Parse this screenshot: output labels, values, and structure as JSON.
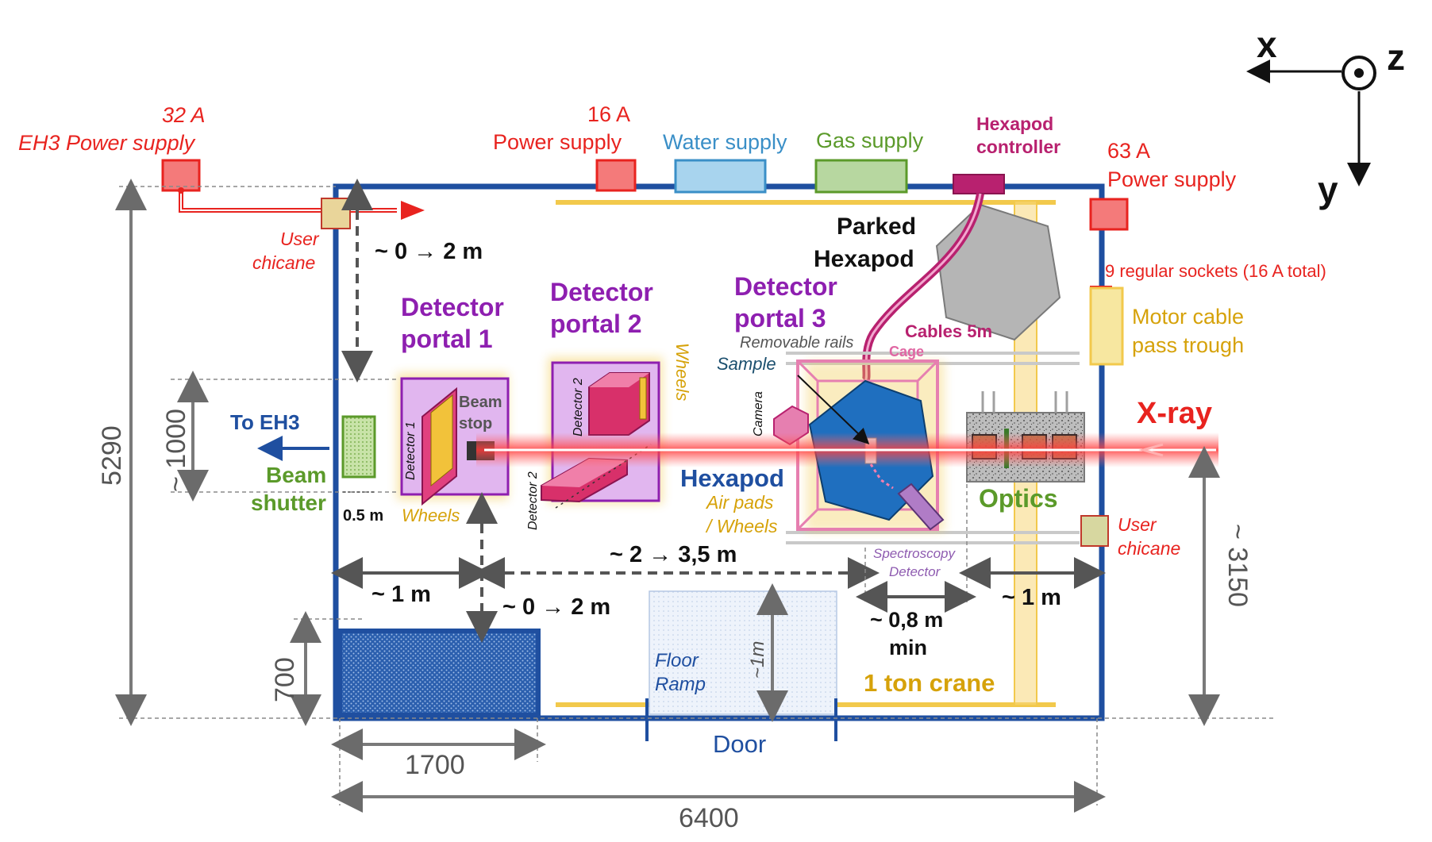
{
  "axes": {
    "x": "x",
    "y": "y",
    "z": "z"
  },
  "power": {
    "eh3_amp": "32 A",
    "eh3_label": "EH3 Power supply",
    "p16_amp": "16 A",
    "p16_label": "Power supply",
    "p63_amp": "63 A",
    "p63_label": "Power supply",
    "sockets": "9 regular sockets (16 A total)"
  },
  "supplies": {
    "water": "Water supply",
    "gas": "Gas supply"
  },
  "hexapod_controller": {
    "line1": "Hexapod",
    "line2": "controller"
  },
  "parked_hexapod": {
    "line1": "Parked",
    "line2": "Hexapod"
  },
  "chicane": {
    "line1": "User",
    "line2": "chicane"
  },
  "portals": {
    "p1_line1": "Detector",
    "p1_line2": "portal 1",
    "p2_line1": "Detector",
    "p2_line2": "portal 2",
    "p3_line1": "Detector",
    "p3_line2": "portal 3"
  },
  "labels": {
    "cables": "Cables 5m",
    "cage": "Cage",
    "removable_rails": "Removable rails",
    "sample": "Sample",
    "camera": "Camera",
    "beam_stop_1": "Beam",
    "beam_stop_2": "stop",
    "detector_1": "Detector 1",
    "detector_2a": "Detector 2",
    "detector_2b": "Detector 2",
    "wheels": "Wheels",
    "wheels_v": "Wheels",
    "to_eh3": "To EH3",
    "beam_shutter_1": "Beam",
    "beam_shutter_2": "shutter",
    "xray": "X-ray",
    "hexapod": "Hexapod",
    "air_pads_1": "Air pads",
    "air_pads_2": "/ Wheels",
    "spectro_1": "Spectroscopy",
    "spectro_2": "Detector",
    "optics": "Optics",
    "motor_cable_1": "Motor cable",
    "motor_cable_2": "pass trough",
    "crane": "1 ton crane",
    "floor_ramp_1": "Floor",
    "floor_ramp_2": "Ramp",
    "door": "Door"
  },
  "dimensions": {
    "d_0_2_top": "~ 0 → 2 m",
    "d_0_2_bottom": "~ 0 → 2 m",
    "d_1m_left": "~ 1 m",
    "d_2_35": "~ 2 → 3,5 m",
    "d_08_1": "~ 0,8 m",
    "d_08_2": "min",
    "d_1m_right": "~ 1 m",
    "d_05": "0.5 m",
    "d_1000": "~ 1000",
    "d_1m_ramp": "~1m",
    "d_5290": "5290",
    "d_3150": "~ 3150",
    "d_700": "700",
    "d_1700": "1700",
    "d_6400": "6400"
  },
  "colors": {
    "wall": "#1f4fa0",
    "power": "#e8231f",
    "purple": "#8e1fb0",
    "gold": "#f2c94c",
    "green": "#5b9a2a",
    "magenta": "#b8216f",
    "gray_dim": "#7a7a7a"
  }
}
